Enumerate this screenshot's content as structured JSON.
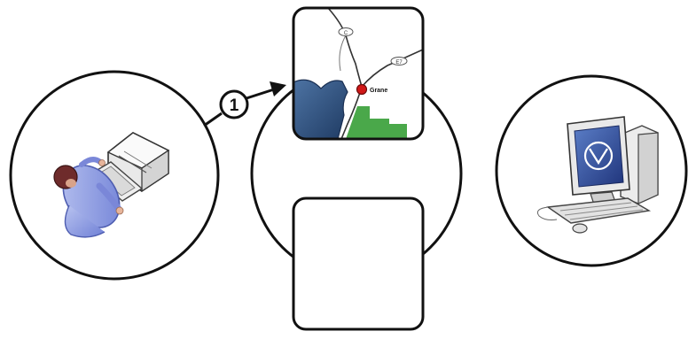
{
  "step_marker": {
    "number": "1"
  },
  "map": {
    "place_label": "Grane",
    "road_label_top": "C",
    "road_label_right": "E7"
  },
  "icons": {
    "left": "user-at-printer-icon",
    "right": "desktop-computer-icon"
  },
  "colors": {
    "outline": "#111111",
    "water": "#2a4d7a",
    "land_green": "#4aa84a",
    "marker_red": "#d01818"
  }
}
